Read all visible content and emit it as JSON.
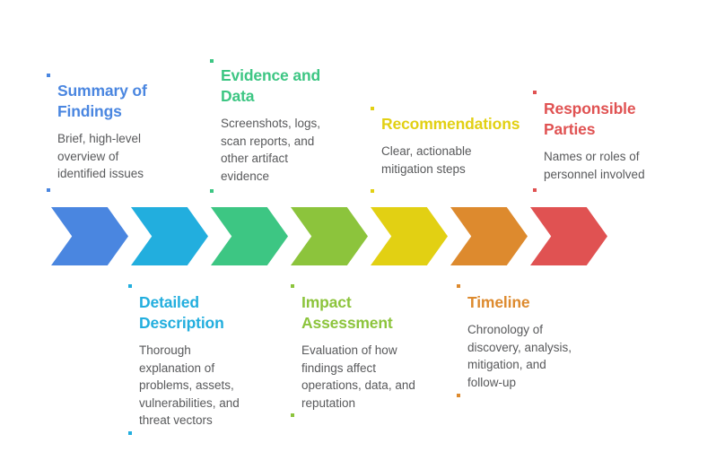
{
  "diagram": {
    "type": "chevron-process-flow",
    "step_count": 7,
    "background": "#ffffff",
    "body_text_color": "#58595b",
    "steps": [
      {
        "index": 1,
        "title": "Summary of\nFindings",
        "description": "Brief, high-level\noverview of\nidentified issues",
        "color": "#4a86e0",
        "position": "above"
      },
      {
        "index": 2,
        "title": "Detailed\nDescription",
        "description": "Thorough\nexplanation of\nproblems, assets,\nvulnerabilities, and\nthreat vectors",
        "color": "#22aede",
        "position": "below"
      },
      {
        "index": 3,
        "title": "Evidence and\nData",
        "description": "Screenshots, logs,\nscan reports, and\nother artifact\nevidence",
        "color": "#3dc683",
        "position": "above"
      },
      {
        "index": 4,
        "title": "Impact\nAssessment",
        "description": "Evaluation of how\nfindings affect\noperations, data, and\nreputation",
        "color": "#8cc43c",
        "position": "below"
      },
      {
        "index": 5,
        "title": "Recommendations",
        "description": "Clear, actionable\nmitigation steps",
        "color": "#e2d013",
        "position": "above"
      },
      {
        "index": 6,
        "title": "Timeline",
        "description": "Chronology of\ndiscovery, analysis,\nmitigation, and\nfollow-up",
        "color": "#dd8a2e",
        "position": "below"
      },
      {
        "index": 7,
        "title": "Responsible\nParties",
        "description": "Names or roles of\npersonnel involved",
        "color": "#e05252",
        "position": "above"
      }
    ]
  }
}
